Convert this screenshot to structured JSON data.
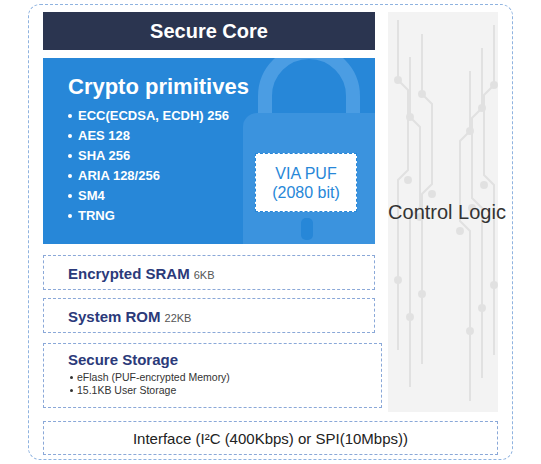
{
  "diagram": {
    "nodes": [
      {
        "text": [
          "Secure Core"
        ]
      },
      {
        "text": [
          "Crypto primitives",
          "ECC(ECDSA, ECDH) 256",
          "AES 128",
          "SHA 256",
          "ARIA 128/256",
          "SM4",
          "TRNG"
        ]
      },
      {
        "text": [
          "VIA PUF (2080 bit)"
        ],
        "in": 1
      },
      {
        "text": [
          "Encrypted SRAM",
          "6KB"
        ]
      },
      {
        "text": [
          "System ROM",
          "22KB"
        ]
      },
      {
        "text": [
          "Secure Storage",
          "eFlash (PUF-encrypted Memory)",
          "15.1KB User Storage"
        ]
      },
      {
        "text": [
          "Control Logic"
        ]
      },
      {
        "text": [
          "Interface (I²C (400Kbps) or SPI(10Mbps))"
        ]
      }
    ]
  }
}
